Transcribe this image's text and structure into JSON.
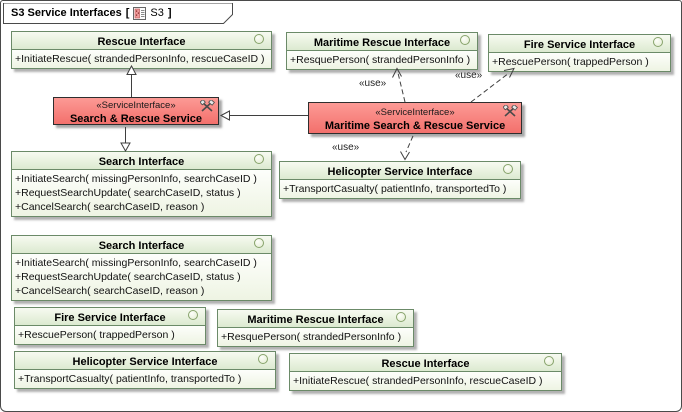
{
  "frame": {
    "title": "S3 Service Interfaces",
    "bracket_open": "[",
    "abbr": "S3",
    "bracket_close": "]"
  },
  "colors": {
    "interface_border": "#6b8a68",
    "interface_header_top": "#f7faf1",
    "interface_header_bottom": "#dcead0",
    "interface_body": "#f4f8ec",
    "service_fill_top": "#fc9a95",
    "service_fill_bottom": "#f3706c",
    "service_border": "#2e2e2e",
    "lollipop_ring": "#87a36b",
    "arrow": "#3f3f3f",
    "shadow": "#7d7d7d"
  },
  "interfaces": [
    {
      "title": "Rescue Interface",
      "operations": [
        "+InitiateRescue( strandedPersonInfo, rescueCaseID )"
      ]
    },
    {
      "title": "Maritime Rescue Interface",
      "operations": [
        "+ResquePerson( strandedPersonInfo )"
      ]
    },
    {
      "title": "Fire Service Interface",
      "operations": [
        "+RescuePerson( trappedPerson )"
      ]
    },
    {
      "title": "Search Interface",
      "operations": [
        "+InitiateSearch( missingPersonInfo, searchCaseID )",
        "+RequestSearchUpdate( searchCaseID, status )",
        "+CancelSearch( searchCaseID, reason )"
      ]
    },
    {
      "title": "Helicopter Service Interface",
      "operations": [
        "+TransportCasualty( patientInfo, transportedTo )"
      ]
    },
    {
      "title": "Search Interface",
      "operations": [
        "+InitiateSearch( missingPersonInfo, searchCaseID )",
        "+RequestSearchUpdate( searchCaseID, status )",
        "+CancelSearch( searchCaseID, reason )"
      ]
    },
    {
      "title": "Fire Service Interface",
      "operations": [
        "+RescuePerson( trappedPerson )"
      ]
    },
    {
      "title": "Maritime Rescue Interface",
      "operations": [
        "+ResquePerson( strandedPersonInfo )"
      ]
    },
    {
      "title": "Helicopter Service Interface",
      "operations": [
        "+TransportCasualty( patientInfo, transportedTo )"
      ]
    },
    {
      "title": "Rescue Interface",
      "operations": [
        "+InitiateRescue( strandedPersonInfo, rescueCaseID )"
      ]
    }
  ],
  "services": [
    {
      "stereotype": "«ServiceInterface»",
      "name": "Search & Rescue Service"
    },
    {
      "stereotype": "«ServiceInterface»",
      "name": "Maritime Search & Rescue Service"
    }
  ],
  "labels": {
    "use1": "«use»",
    "use2": "«use»",
    "use3": "«use»"
  }
}
